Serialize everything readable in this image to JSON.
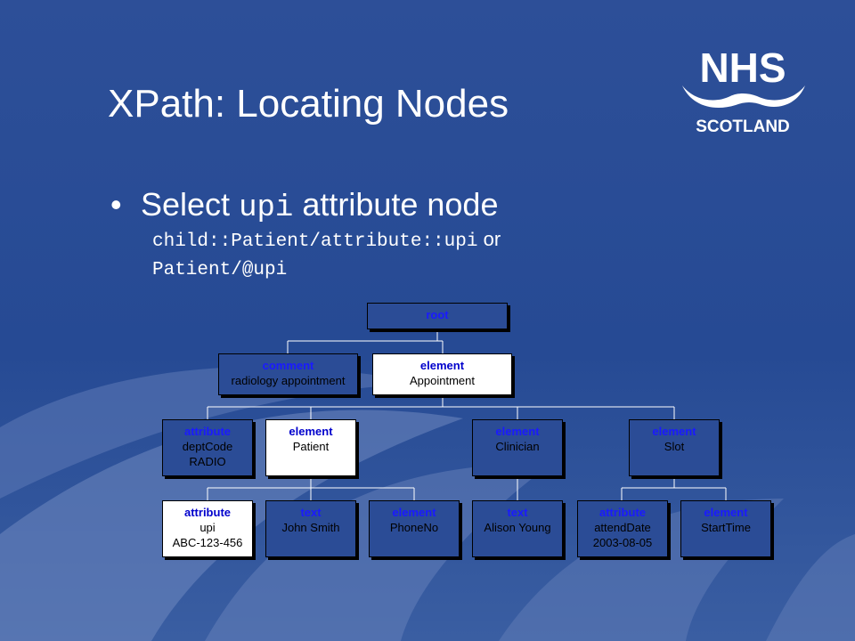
{
  "slide": {
    "title": "XPath: Locating Nodes",
    "bullet": {
      "marker": "•",
      "lead": "Select",
      "code": "upi",
      "tail": "attribute node"
    },
    "expr1": {
      "code": "child::Patient/attribute::upi",
      "suffix": "or"
    },
    "expr2": {
      "code": "Patient/@upi"
    }
  },
  "logo": {
    "line1": "NHS",
    "line2": "SCOTLAND"
  },
  "colors": {
    "background": "#264a94",
    "node_dark": "#2b4c96",
    "node_highlight": "#ffffff",
    "kind_label": "#1a1aff",
    "connector": "#ffffff"
  },
  "tree": {
    "root": {
      "kind": "root"
    },
    "comment": {
      "kind": "comment",
      "value": "radiology appointment"
    },
    "appointment": {
      "kind": "element",
      "value": "Appointment"
    },
    "deptcode": {
      "kind": "attribute",
      "value": "deptCode",
      "value2": "RADIO"
    },
    "patient": {
      "kind": "element",
      "value": "Patient"
    },
    "clinician": {
      "kind": "element",
      "value": "Clinician"
    },
    "slot": {
      "kind": "element",
      "value": "Slot"
    },
    "upi": {
      "kind": "attribute",
      "value": "upi",
      "value2": "ABC-123-456"
    },
    "john": {
      "kind": "text",
      "value": "John Smith"
    },
    "phone": {
      "kind": "element",
      "value": "PhoneNo"
    },
    "alison": {
      "kind": "text",
      "value": "Alison Young"
    },
    "attend": {
      "kind": "attribute",
      "value": "attendDate",
      "value2": "2003-08-05"
    },
    "starttime": {
      "kind": "element",
      "value": "StartTime"
    }
  }
}
